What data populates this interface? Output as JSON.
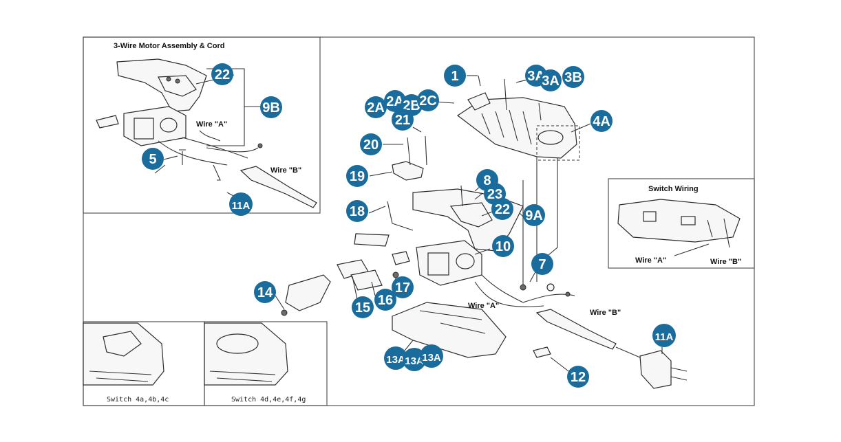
{
  "colors": {
    "badge": "#1a6c9c",
    "line": "#333333",
    "frame": "#555555"
  },
  "panels": {
    "motor_title": "3-Wire Motor Assembly & Cord",
    "switch_title": "Switch Wiring",
    "switch_left_caption": "Switch 4a,4b,4c",
    "switch_right_caption": "Switch 4d,4e,4f,4g"
  },
  "wires": {
    "a": "Wire \"A\"",
    "b": "Wire \"B\""
  },
  "callouts": [
    "22",
    "9B",
    "5",
    "11A",
    "1",
    "3A",
    "3A",
    "3B",
    "2A",
    "2A",
    "2B",
    "2C",
    "21",
    "4A",
    "20",
    "19",
    "8",
    "23",
    "22",
    "9A",
    "18",
    "10",
    "7",
    "14",
    "17",
    "16",
    "15",
    "13A",
    "13A",
    "13A",
    "11A",
    "12"
  ]
}
